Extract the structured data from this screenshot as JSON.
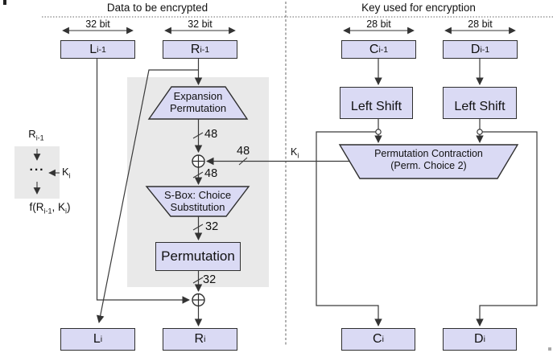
{
  "titles": {
    "left": "Data to be encrypted",
    "right": "Key used for encryption"
  },
  "bits": {
    "l": "32 bit",
    "r": "32 bit",
    "c": "28 bit",
    "d": "28 bit"
  },
  "registers": {
    "l_prev": {
      "base": "L",
      "sub": "i-1"
    },
    "r_prev": {
      "base": "R",
      "sub": "i-1"
    },
    "c_prev": {
      "base": "C",
      "sub": "i-1"
    },
    "d_prev": {
      "base": "D",
      "sub": "i-1"
    },
    "l_cur": {
      "base": "L",
      "sub": "i"
    },
    "r_cur": {
      "base": "R",
      "sub": "i"
    },
    "c_cur": {
      "base": "C",
      "sub": "i"
    },
    "d_cur": {
      "base": "D",
      "sub": "i"
    }
  },
  "blocks": {
    "expansion_line1": "Expansion",
    "expansion_line2": "Permutation",
    "sbox_line1": "S-Box: Choice",
    "sbox_line2": "Substitution",
    "permutation": "Permutation",
    "left_shift_c": "Left Shift",
    "left_shift_d": "Left Shift",
    "perm_contraction_line1": "Permutation Contraction",
    "perm_contraction_line2": "(Perm. Choice 2)"
  },
  "wires": {
    "w48_expansion": "48",
    "w48_key": "48",
    "w48_xor": "48",
    "w32_sbox": "32",
    "w32_perm": "32",
    "key": {
      "base": "K",
      "sub": "i"
    }
  },
  "legend": {
    "input": {
      "base": "R",
      "sub": "i-1"
    },
    "dots": "···",
    "key": {
      "base": "K",
      "sub": "i"
    },
    "output": {
      "p1": "f(R",
      "s1": "i-1",
      "p2": ", K",
      "s2": "i",
      "p3": ")"
    }
  },
  "colors": {
    "box_fill": "#dadaf4",
    "panel_fill": "#e9e9e9",
    "stroke": "#333333"
  }
}
